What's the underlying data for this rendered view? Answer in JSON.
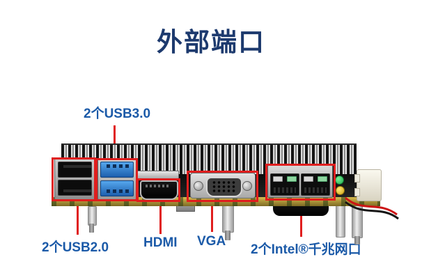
{
  "title": "外部端口",
  "annotations": {
    "usb3": "2个USB3.0",
    "usb2": "2个USB2.0",
    "hdmi": "HDMI",
    "vga": "VGA",
    "lan": "2个Intel®千兆网口"
  },
  "colors": {
    "title_text": "#1d3a6e",
    "label_text": "#1b5aa8",
    "annotation_red": "#e01e1e",
    "usb3_port_blue": "#2a7fd4",
    "pcb_gold": "#b39a3c",
    "led_green": "#1fa84a",
    "led_yellow": "#cfa312"
  },
  "ports": {
    "usb2_count": 2,
    "usb3_count": 2,
    "lan_count": 2
  }
}
